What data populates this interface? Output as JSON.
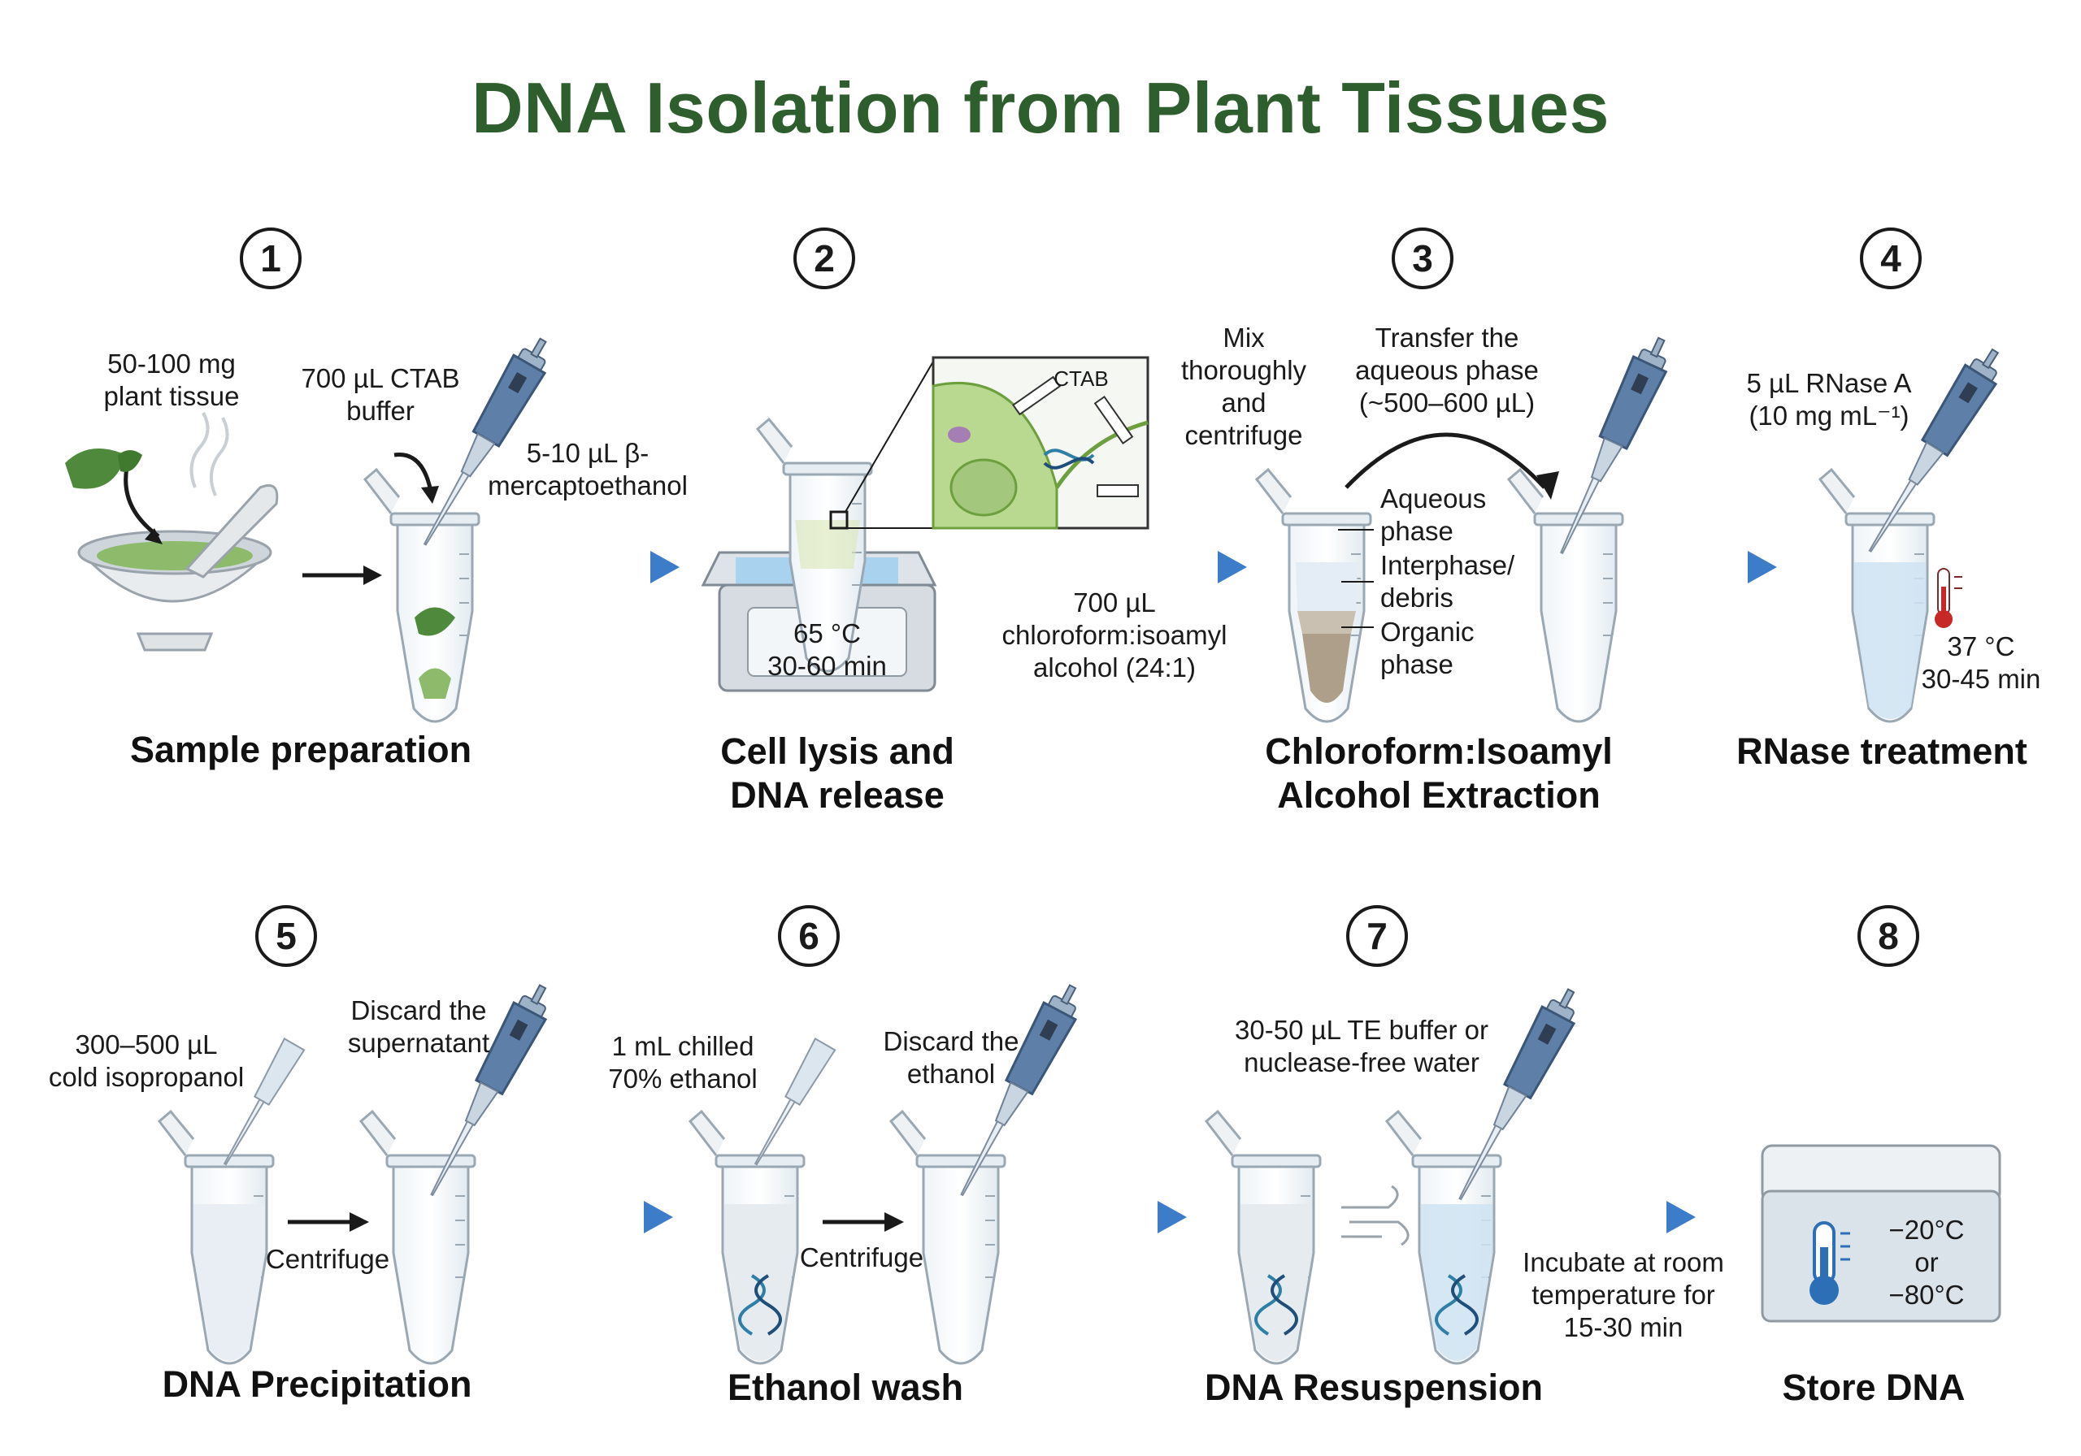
{
  "title": "DNA Isolation from Plant Tissues",
  "colors": {
    "title_green": "#2e5e2e",
    "arrow_blue": "#3d7cc9",
    "tube_liquid": "#cfe3f2",
    "pipette_blue": "#5d7fa8",
    "leaf_green": "#4f8a3c"
  },
  "steps": [
    {
      "number": "1",
      "title_lines": [
        "Sample preparation"
      ]
    },
    {
      "number": "2",
      "title_lines": [
        "Cell lysis and",
        "DNA release"
      ]
    },
    {
      "number": "3",
      "title_lines": [
        "Chloroform:Isoamyl",
        "Alcohol Extraction"
      ]
    },
    {
      "number": "4",
      "title_lines": [
        "RNase treatment"
      ]
    },
    {
      "number": "5",
      "title_lines": [
        "DNA Precipitation"
      ]
    },
    {
      "number": "6",
      "title_lines": [
        "Ethanol wash"
      ]
    },
    {
      "number": "7",
      "title_lines": [
        "DNA Resuspension"
      ]
    },
    {
      "number": "8",
      "title_lines": [
        "Store DNA"
      ]
    }
  ],
  "labels": {
    "tissue": [
      "50-100 mg",
      "plant tissue"
    ],
    "ctab": [
      "700 µL CTAB",
      "buffer"
    ],
    "bme": [
      "5-10 µL β-",
      "mercaptoethanol"
    ],
    "waterbath": [
      "65 °C",
      "30-60 min"
    ],
    "ctab_zoom": "CTAB",
    "chloroform": [
      "700 µL",
      "chloroform:isoamyl",
      "alcohol (24:1)"
    ],
    "mix": [
      "Mix",
      "thoroughly",
      "and",
      "centrifuge"
    ],
    "transfer": [
      "Transfer the",
      "aqueous phase",
      "(~500–600 µL)"
    ],
    "aqueous": [
      "Aqueous",
      "phase"
    ],
    "interphase": [
      "Interphase/",
      "debris"
    ],
    "organic": [
      "Organic",
      "phase"
    ],
    "rnase": [
      "5 µL RNase A",
      "(10 mg mL⁻¹)"
    ],
    "rnase_temp": [
      "37 °C",
      "30-45 min"
    ],
    "isopropanol": [
      "300–500 µL",
      "cold isopropanol"
    ],
    "discard_super": [
      "Discard the",
      "supernatant"
    ],
    "centrifuge_1": "Centrifuge",
    "ethanol": [
      "1 mL chilled",
      "70% ethanol"
    ],
    "discard_ethanol": [
      "Discard the",
      "ethanol"
    ],
    "centrifuge_2": "Centrifuge",
    "te_buffer": [
      "30-50 µL TE buffer or",
      "nuclease-free water"
    ],
    "incubate": [
      "Incubate at room",
      "temperature for",
      "15-30 min"
    ],
    "storage": [
      "−20°C",
      "or",
      "−80°C"
    ]
  }
}
